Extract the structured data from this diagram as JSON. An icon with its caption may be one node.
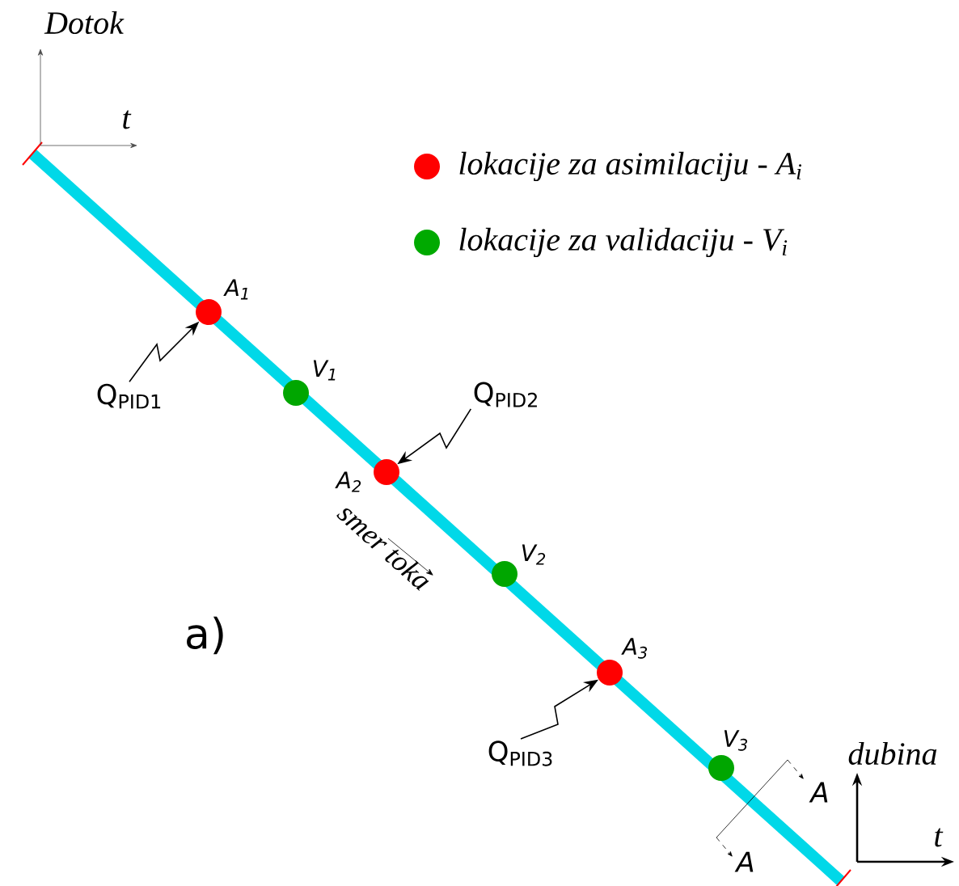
{
  "diagram": {
    "nodes": [
      {
        "text": [],
        "shape": "circle",
        "beside": [
          "A$_{1}$"
        ]
      },
      {
        "text": [],
        "shape": "circle",
        "beside": [
          "V$_{1}$"
        ]
      },
      {
        "text": [],
        "shape": "circle",
        "beside": [
          "A$_{2}$"
        ]
      },
      {
        "text": [],
        "shape": "circle",
        "beside": [
          "V$_{2}$"
        ]
      },
      {
        "text": [],
        "shape": "circle",
        "beside": [
          "A$_{3}$"
        ]
      },
      {
        "text": [],
        "shape": "circle",
        "beside": [
          "V$_{3}$"
        ]
      },
      {
        "text": [
          "Q$_{PID1}$"
        ]
      },
      {
        "text": [
          "Q$_{PID2}$"
        ]
      },
      {
        "text": [
          "Q$_{PID3}$"
        ]
      }
    ],
    "edges": [
      {
        "from": 6,
        "to": 0,
        "arrow": "to"
      },
      {
        "from": 7,
        "to": 2,
        "arrow": "to"
      },
      {
        "from": 8,
        "to": 4,
        "arrow": "to"
      }
    ],
    "labels": [
      "Dotok",
      "t",
      "smer toka",
      "a)",
      "dubina",
      "A",
      "A",
      "t"
    ],
    "legend": [
      {
        "text": "lokacije za asimilaciju - A$_{i}$",
        "color": "#ff0000"
      },
      {
        "text": "lokacije za validaciju - V$_{i}$",
        "color": "#00aa00"
      }
    ]
  }
}
